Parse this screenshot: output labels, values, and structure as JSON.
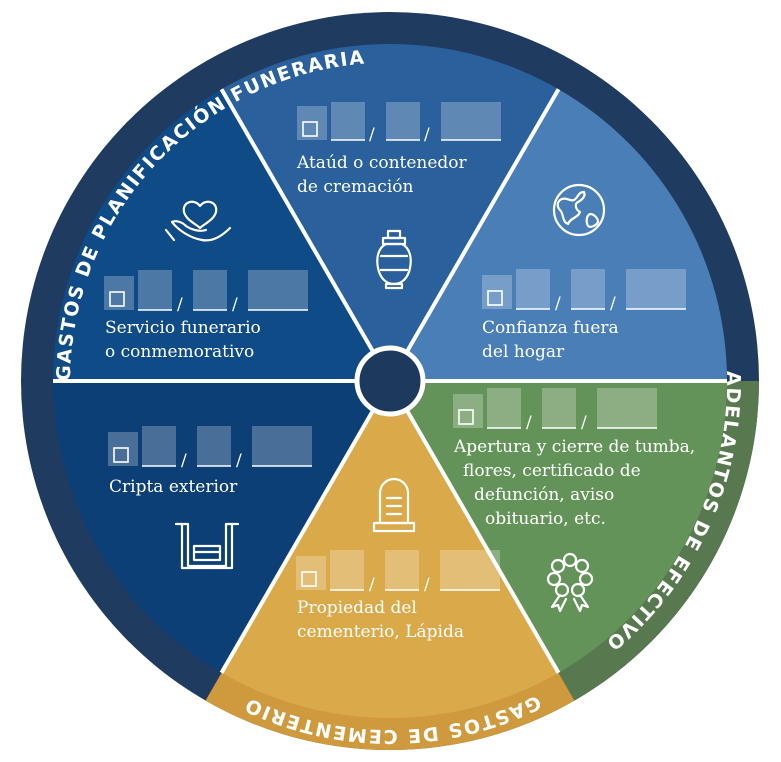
{
  "colors": {
    "outer_navy": "#1f3b60",
    "outer_green": "#58784f",
    "outer_gold": "#cf993d",
    "seg_casket": "#2a609b",
    "seg_trust": "#4a7eb7",
    "seg_opening": "#64935a",
    "seg_property": "#daa94a",
    "seg_crypt": "#0d3f77",
    "seg_service": "#0f4b86",
    "hub": "#1d3a5e",
    "field_tint": "rgba(255,255,255,0.25)"
  },
  "ring": {
    "funeral_planning": "GASTOS DE PLANIFICACIÓN FUNERARIA",
    "cash_advances": "ADELANTOS DE EFECTIVO",
    "cemetery": "GASTOS DE CEMENTERIO"
  },
  "segments": [
    {
      "id": "casket",
      "lines": [
        "Ataúd o contenedor",
        "de cremación"
      ],
      "icon": "urn-icon",
      "date_separator": "/"
    },
    {
      "id": "trust",
      "lines": [
        "Confianza fuera",
        "del hogar"
      ],
      "icon": "globe-icon",
      "date_separator": "/"
    },
    {
      "id": "opening",
      "lines": [
        "Apertura y cierre de tumba,",
        "flores, certificado de",
        "defunción, aviso",
        "obituario, etc."
      ],
      "icon": "flower-wreath-icon",
      "date_separator": "/"
    },
    {
      "id": "property",
      "lines": [
        "Propiedad del",
        "cementerio, Lápida"
      ],
      "icon": "headstone-icon",
      "date_separator": "/"
    },
    {
      "id": "crypt",
      "lines": [
        "Cripta exterior"
      ],
      "icon": "crypt-icon",
      "date_separator": "/"
    },
    {
      "id": "service",
      "lines": [
        "Servicio funerario",
        "o conmemorativo"
      ],
      "icon": "heart-hand-icon",
      "date_separator": "/"
    }
  ]
}
